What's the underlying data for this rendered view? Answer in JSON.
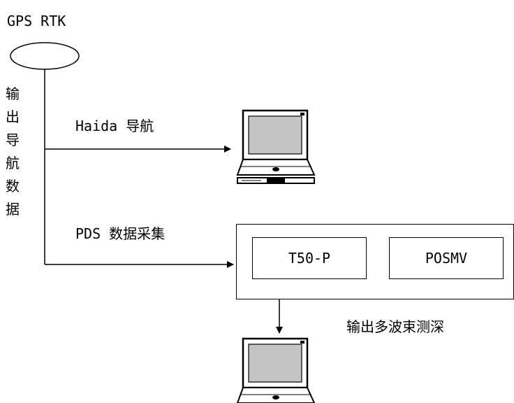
{
  "title": "GPS RTK",
  "vertical_label": [
    "输",
    "出",
    "导",
    "航",
    "数",
    "据"
  ],
  "branch_top_label": "Haida 导航",
  "branch_bottom_label": "PDS 数据采集",
  "system_box": {
    "left_label": "T50-P",
    "right_label": "POSMV"
  },
  "output_label": "输出多波束测深",
  "icons": [
    "gps-antenna-icon",
    "laptop-icon",
    "laptop-icon"
  ]
}
